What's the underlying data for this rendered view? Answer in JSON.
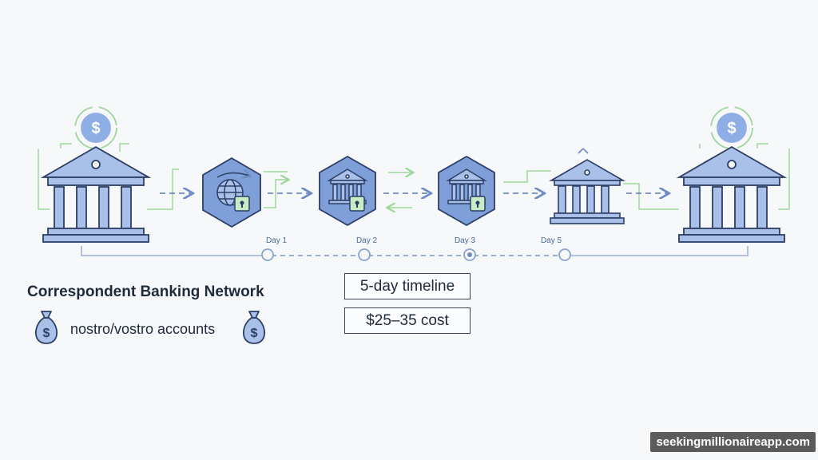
{
  "title": "Correspondent Banking Network",
  "legend": {
    "label": "nostro/vostro accounts",
    "icon": "money-bag-icon"
  },
  "timeline": {
    "days": [
      "Day 1",
      "Day 2",
      "Day 3",
      "Day 5"
    ]
  },
  "info_boxes": {
    "timeline": "5-day timeline",
    "cost": "$25–35 cost"
  },
  "watermark": "seekingmillionaireapp.com",
  "colors": {
    "bank_fill": "#a9c1e8",
    "bank_stroke": "#2c3e66",
    "hex_fill": "#7f9fd8",
    "flow_dash": "#6e8cc4",
    "green_accent": "#9ed79b",
    "dollar_coin": "#8eaee6"
  },
  "nodes": [
    {
      "type": "bank",
      "role": "origin",
      "icon": "dollar-coin-icon"
    },
    {
      "type": "hexagon",
      "icon": "globe-lock-icon"
    },
    {
      "type": "hexagon",
      "icon": "bank-lock-icon"
    },
    {
      "type": "hexagon",
      "icon": "bank-lock-icon"
    },
    {
      "type": "bank",
      "role": "intermediary"
    },
    {
      "type": "bank",
      "role": "destination",
      "icon": "dollar-coin-icon"
    }
  ]
}
